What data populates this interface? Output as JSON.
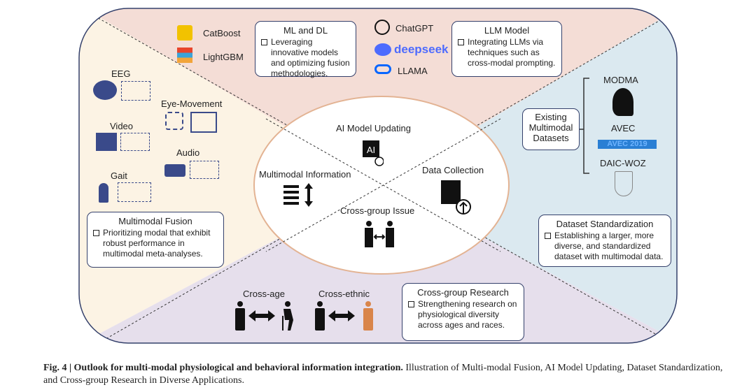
{
  "colors": {
    "top": "#f4ddd6",
    "left": "#fcf3e4",
    "right": "#dbe9f0",
    "bottom": "#e6dfec",
    "border": "#34406b",
    "ellipse_border": "#e3b393",
    "orange": "#d9854a"
  },
  "center": {
    "top": "AI Model Updating",
    "left": "Multimodal Information",
    "right": "Data Collection",
    "bottom": "Cross-group Issue"
  },
  "top": {
    "logos": [
      "CatBoost",
      "LightGBM"
    ],
    "llms": [
      "ChatGPT",
      "deepseek",
      "LLAMA"
    ],
    "ml_box": {
      "title": "ML and DL",
      "text": "Leveraging innovative models and optimizing fusion methodologies."
    },
    "llm_box": {
      "title": "LLM Model",
      "text": "Integrating LLMs via techniques such as cross-modal prompting."
    }
  },
  "left": {
    "modalities": [
      "EEG",
      "Eye-Movement",
      "Video",
      "Audio",
      "Gait"
    ],
    "box": {
      "title": "Multimodal Fusion",
      "text": "Prioritizing modal that exhibit robust performance in multimodal meta-analyses."
    }
  },
  "right": {
    "existing": "Existing Multimodal Datasets",
    "datasets": [
      "MODMA",
      "AVEC",
      "DAIC-WOZ"
    ],
    "avec_logo": "AVEC 2019",
    "box": {
      "title": "Dataset Standardization",
      "text": "Establishing a larger, more diverse, and standardized dataset with multimodal data."
    }
  },
  "bottom": {
    "labels": [
      "Cross-age",
      "Cross-ethnic"
    ],
    "box": {
      "title": "Cross-group Research",
      "text": "Strengthening research on physiological diversity across ages and races."
    }
  },
  "caption": {
    "bold": "Fig. 4 | Outlook for multi-modal physiological and behavioral information integration.",
    "text": " Illustration of Multi-modal Fusion, AI Model Updating, Dataset Standardization, and Cross-group Research in Diverse Applications."
  }
}
